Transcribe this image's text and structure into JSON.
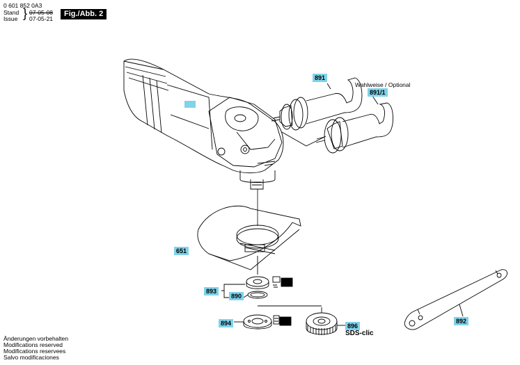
{
  "header": {
    "doc_number": "0 601 852 0A3",
    "stand_label": "Stand",
    "issue_label": "Issue",
    "stand_date": "07-05-08",
    "issue_date": "07-05-21",
    "figure_label": "Fig./Abb. 2"
  },
  "optional_label": "Wahlweise / Optional",
  "parts": {
    "p891": "891",
    "p891_1": "891/1",
    "p651": "651",
    "p893": "893",
    "p890": "890",
    "p894": "894",
    "p896": "896",
    "p892": "892",
    "sds_label": "SDS-clic"
  },
  "footer": {
    "line1": "Änderungen vorbehalten",
    "line2": "Modifications reserved",
    "line3": "Modifications reservees",
    "line4": "Salvo modificaciones"
  },
  "colors": {
    "label_fill": "#7fd3ea",
    "figure_label_bg": "#000000"
  }
}
